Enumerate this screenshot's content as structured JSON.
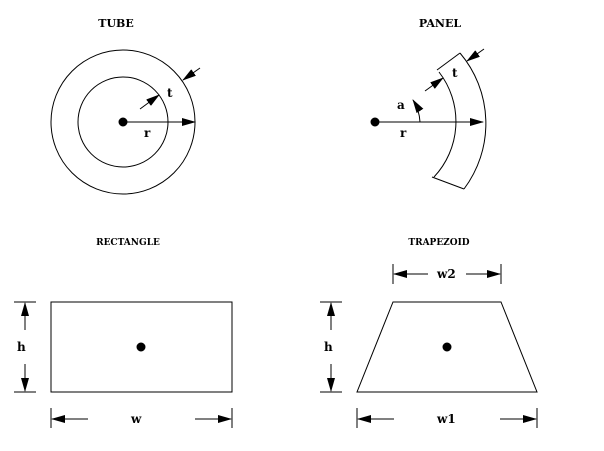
{
  "titles": {
    "tube": "TUBE",
    "panel": "PANEL",
    "rectangle": "RECTANGLE",
    "trapezoid": "TRAPEZOID"
  },
  "labels": {
    "tube_t": "t",
    "tube_r": "r",
    "panel_a": "a",
    "panel_t": "t",
    "panel_r": "r",
    "rect_h": "h",
    "rect_w": "w",
    "trap_w2": "w2",
    "trap_h": "h",
    "trap_w1": "w1"
  },
  "colors": {
    "line": "#000000",
    "background": "#ffffff"
  }
}
